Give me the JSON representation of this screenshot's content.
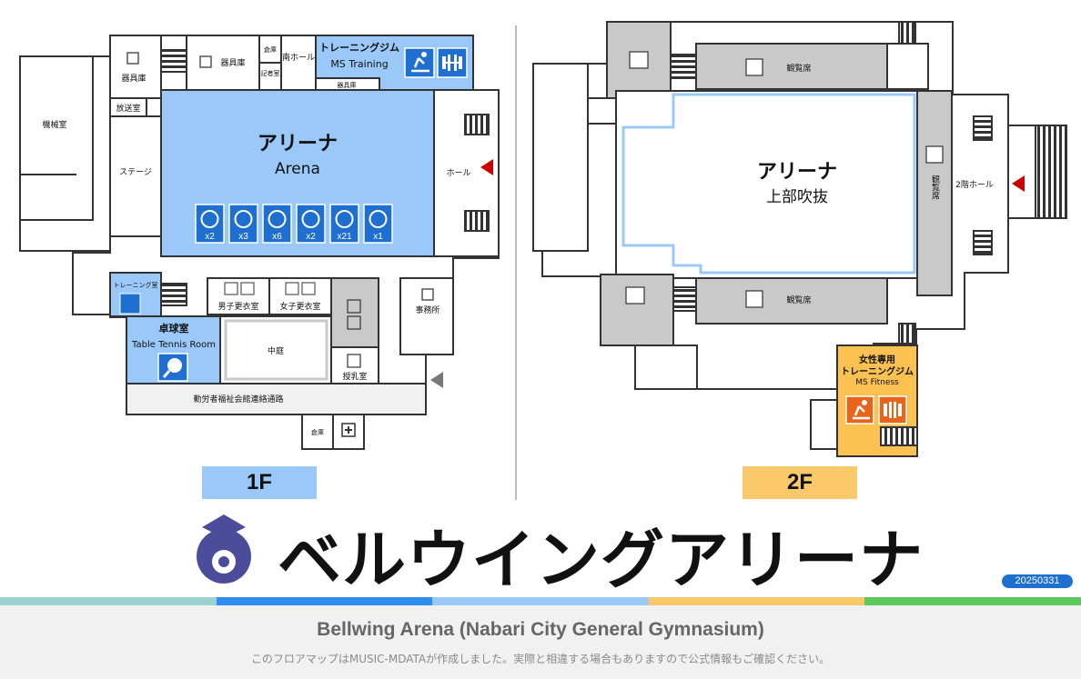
{
  "colors": {
    "blue_room": "#9ac8f8",
    "orange_room": "#fbc252",
    "gray_block": "#c9c9c9",
    "icon_blue": "#1f6fd1",
    "icon_orange": "#e8641b",
    "entrance_arrow": "#cc0000",
    "strip": [
      "#9bd2d0",
      "#2f8ef0",
      "#9ac8f8",
      "#fbc96a",
      "#5dc85d"
    ]
  },
  "floor_1f": {
    "label": "1F",
    "rooms": {
      "kikaishitsu": "機械室",
      "kiguko_1": "器具庫",
      "kiguko_2": "器具庫",
      "soko_top": "倉庫",
      "kishashitsu": "記者室",
      "minami_hall": "南ホール",
      "training_gym_title": "トレーニングジム",
      "training_gym_sub": "MS Training",
      "kiguko_small": "器具庫",
      "hosoushitsu": "放送室",
      "stage": "ステージ",
      "arena_title": "アリーナ",
      "arena_sub": "Arena",
      "hall": "ホール",
      "training_room": "トレーニング室",
      "table_tennis_title": "卓球室",
      "table_tennis_sub": "Table Tennis Room",
      "men_locker": "男子更衣室",
      "women_locker": "女子更衣室",
      "courtyard": "中庭",
      "nursing_room": "授乳室",
      "office": "事務所",
      "corridor": "勤労者福祉会館連絡通路",
      "soko_bottom": "倉庫"
    },
    "sport_counts": [
      {
        "icon": "basketball-icon",
        "count": "x2"
      },
      {
        "icon": "volleyball-icon",
        "count": "x3"
      },
      {
        "icon": "badminton-icon",
        "count": "x6"
      },
      {
        "icon": "tennis-icon",
        "count": "x2"
      },
      {
        "icon": "table-tennis-icon",
        "count": "x21"
      },
      {
        "icon": "handball-icon",
        "count": "x1"
      }
    ]
  },
  "floor_2f": {
    "label": "2F",
    "rooms": {
      "seats_top": "観覧席",
      "seats_bottom": "観覧席",
      "seats_right": "観覧席",
      "arena_title": "アリーナ",
      "arena_sub": "上部吹抜",
      "hall_2f": "2階ホール",
      "women_gym_1": "女性専用",
      "women_gym_2": "トレーニングジム",
      "women_gym_sub": "MS Fitness"
    }
  },
  "brand": {
    "name": "ベルウイングアリーナ",
    "version": "20250331",
    "footer_title": "Bellwing Arena (Nabari City General Gymnasium)",
    "footer_note": "このフロアマップはMUSIC-MDATAが作成しました。実際と相違する場合もありますので公式情報もご確認ください。"
  }
}
